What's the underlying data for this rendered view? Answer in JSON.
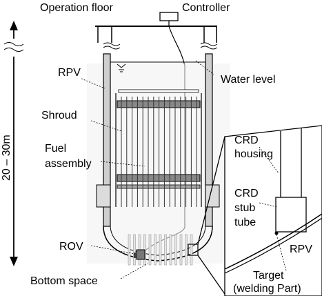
{
  "labels": {
    "operation_floor": "Operation floor",
    "controller": "Controller",
    "height": "20 – 30m",
    "rpv": "RPV",
    "water_level": "Water level",
    "shroud": "Shroud",
    "fuel_line1": "Fuel",
    "fuel_line2": "assembly",
    "crd_housing_line1": "CRD",
    "crd_housing_line2": "housing",
    "crd_stub_line1": "CRD",
    "crd_stub_line2": "stub",
    "crd_stub_line3": "tube",
    "rpv_inset": "RPV",
    "rov": "ROV",
    "bottom_space": "Bottom space",
    "target_line1": "Target",
    "target_line2": "(welding Part)"
  }
}
